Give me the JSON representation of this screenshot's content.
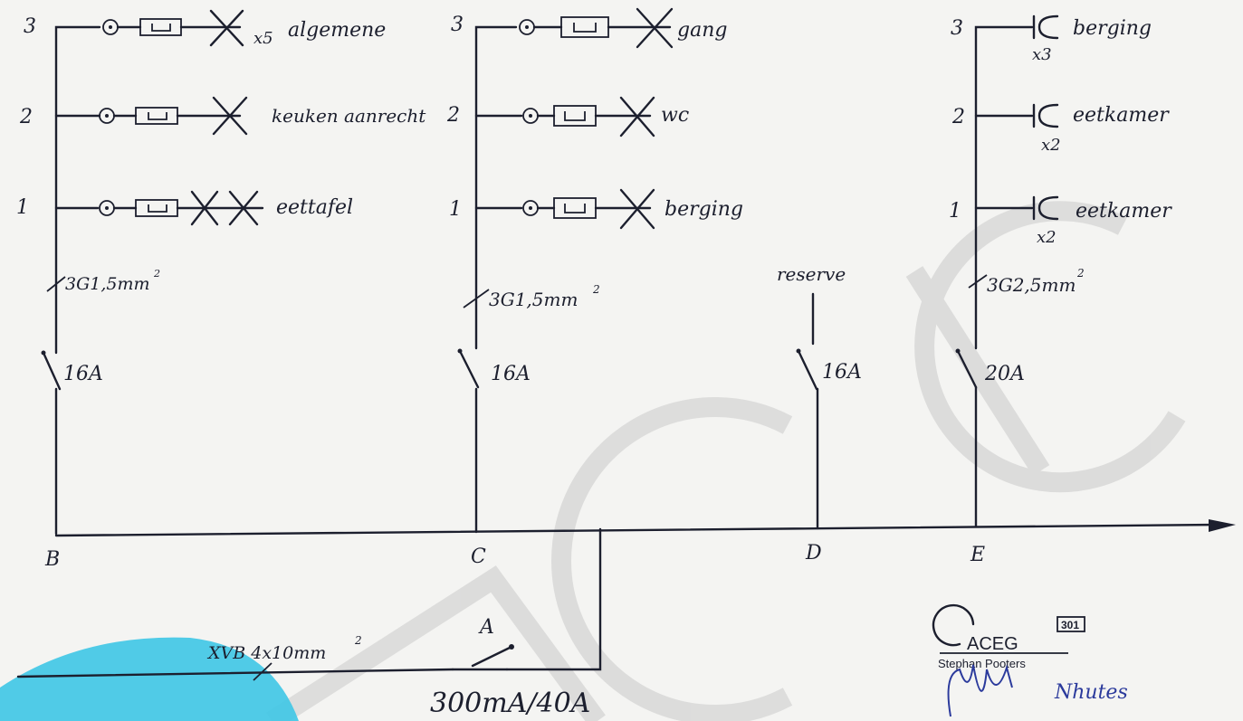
{
  "groups": [
    {
      "id": "B",
      "label": "B",
      "breaker": "16A",
      "cable": "3G1,5mm",
      "cable_exp": "2",
      "circuits": [
        {
          "num": "3",
          "label": "algemene",
          "mult": "x5",
          "kind": "switch-lamp"
        },
        {
          "num": "2",
          "label": "keuken aanrecht",
          "mult": "",
          "kind": "switch-lamp"
        },
        {
          "num": "1",
          "label": "eettafel",
          "mult": "",
          "kind": "switch-double-lamp"
        }
      ]
    },
    {
      "id": "C",
      "label": "C",
      "breaker": "16A",
      "cable": "3G1,5mm",
      "cable_exp": "2",
      "circuits": [
        {
          "num": "3",
          "label": "gang",
          "mult": "",
          "kind": "switch-lamp"
        },
        {
          "num": "2",
          "label": "wc",
          "mult": "",
          "kind": "switch-lamp"
        },
        {
          "num": "1",
          "label": "berging",
          "mult": "",
          "kind": "switch-lamp"
        }
      ]
    },
    {
      "id": "D",
      "label": "D",
      "breaker": "16A",
      "note": "reserve"
    },
    {
      "id": "E",
      "label": "E",
      "breaker": "20A",
      "cable": "3G2,5mm",
      "cable_exp": "2",
      "circuits": [
        {
          "num": "3",
          "label": "berging",
          "mult": "x3",
          "kind": "socket"
        },
        {
          "num": "2",
          "label": "eetkamer",
          "mult": "x2",
          "kind": "socket"
        },
        {
          "num": "1",
          "label": "eetkamer",
          "mult": "x2",
          "kind": "socket"
        }
      ]
    }
  ],
  "main": {
    "label": "A",
    "rating": "300mA/40A",
    "cable": "XVB 4x10mm",
    "cable_exp": "2"
  },
  "stamp": {
    "brand": "ACEG",
    "number": "301",
    "name": "Stephan Pooters",
    "signature": "Nhutes"
  },
  "colors": {
    "ink": "#1c1f2e",
    "paper": "#f4f4f2",
    "watermark": "#c8c8c8",
    "cyan": "#3ec6e6"
  }
}
